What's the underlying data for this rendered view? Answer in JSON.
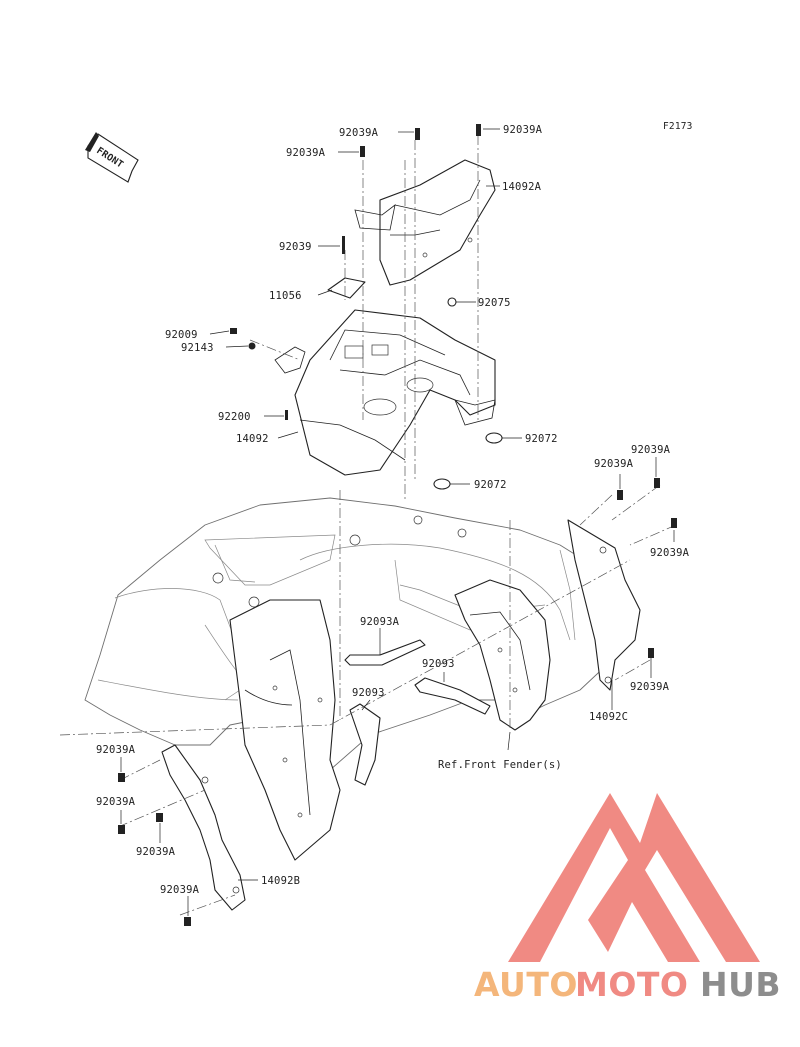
{
  "diagram": {
    "code": "F2173",
    "direction_label": "FRONT",
    "reference_note": "Ref.Front Fender(s)"
  },
  "parts": [
    {
      "id": "p1",
      "number": "92039A"
    },
    {
      "id": "p2",
      "number": "92039A"
    },
    {
      "id": "p3",
      "number": "92039A"
    },
    {
      "id": "p4",
      "number": "14092A"
    },
    {
      "id": "p5",
      "number": "92039"
    },
    {
      "id": "p6",
      "number": "11056"
    },
    {
      "id": "p7",
      "number": "92075"
    },
    {
      "id": "p8",
      "number": "92009"
    },
    {
      "id": "p9",
      "number": "92143"
    },
    {
      "id": "p10",
      "number": "92200"
    },
    {
      "id": "p11",
      "number": "14092"
    },
    {
      "id": "p12",
      "number": "92072"
    },
    {
      "id": "p13",
      "number": "92072"
    },
    {
      "id": "p14",
      "number": "92039A"
    },
    {
      "id": "p15",
      "number": "92039A"
    },
    {
      "id": "p16",
      "number": "92039A"
    },
    {
      "id": "p17",
      "number": "92093A"
    },
    {
      "id": "p18",
      "number": "92093"
    },
    {
      "id": "p19",
      "number": "92093"
    },
    {
      "id": "p20",
      "number": "92039A"
    },
    {
      "id": "p21",
      "number": "14092C"
    },
    {
      "id": "p22",
      "number": "92039A"
    },
    {
      "id": "p23",
      "number": "92039A"
    },
    {
      "id": "p24",
      "number": "92039A"
    },
    {
      "id": "p25",
      "number": "92039A"
    },
    {
      "id": "p26",
      "number": "14092B"
    }
  ],
  "watermark": {
    "part1": "AUTO",
    "part2": "MOTO",
    "part3": "HUB",
    "colors": {
      "orange": "#f4b67b",
      "red": "#f08a83",
      "gray": "#8d8d8d"
    }
  }
}
